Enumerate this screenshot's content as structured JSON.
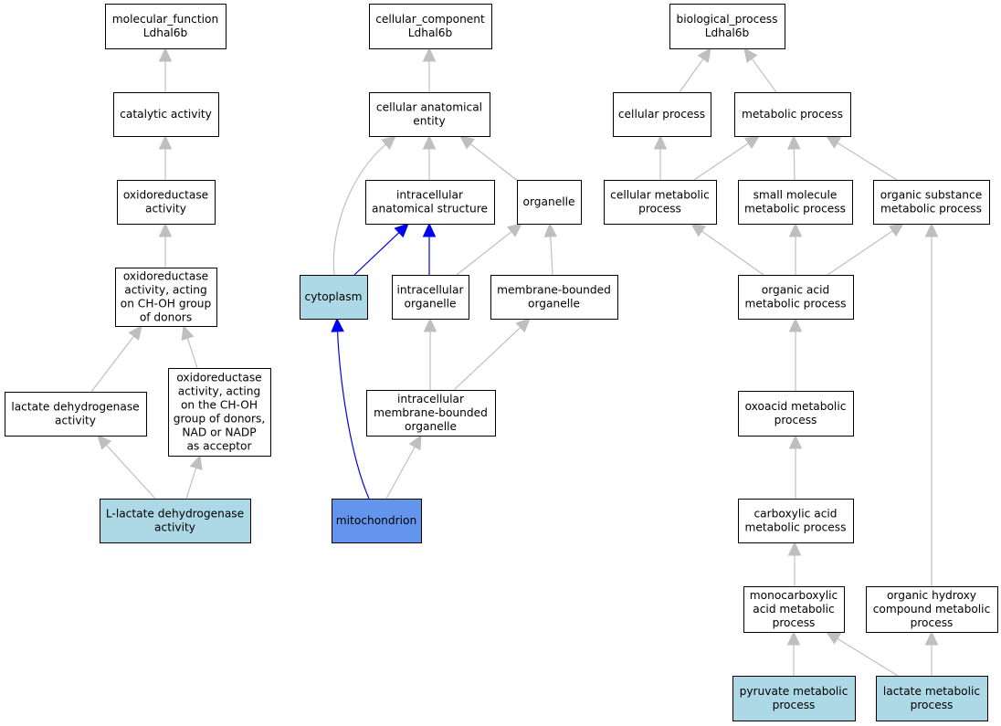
{
  "colors": {
    "background": "#ffffff",
    "default_fill": "#ffffff",
    "annotated_fill": "#add8e6",
    "focus_fill": "#6495ed",
    "edge_default": "#bfbfbf",
    "edge_highlight": "#0000ee"
  },
  "nodes": {
    "molecular_function": {
      "lines": [
        "molecular_function",
        "Ldhal6b"
      ],
      "fill": "default"
    },
    "catalytic_activity": {
      "lines": [
        "catalytic activity"
      ],
      "fill": "default"
    },
    "oxidoreductase_activity": {
      "lines": [
        "oxidoreductase",
        "activity"
      ],
      "fill": "default"
    },
    "oxidoreductase_choh": {
      "lines": [
        "oxidoreductase",
        "activity, acting",
        "on CH-OH group",
        "of donors"
      ],
      "fill": "default"
    },
    "lactate_dehydrogenase": {
      "lines": [
        "lactate dehydrogenase",
        "activity"
      ],
      "fill": "default"
    },
    "oxidoreductase_nad": {
      "lines": [
        "oxidoreductase",
        "activity, acting",
        "on the CH-OH",
        "group of donors,",
        "NAD or NADP",
        "as acceptor"
      ],
      "fill": "default"
    },
    "l_lactate_dehydrogenase": {
      "lines": [
        "L-lactate dehydrogenase",
        "activity"
      ],
      "fill": "annotated"
    },
    "cellular_component": {
      "lines": [
        "cellular_component",
        "Ldhal6b"
      ],
      "fill": "default"
    },
    "cellular_anatomical_entity": {
      "lines": [
        "cellular anatomical",
        "entity"
      ],
      "fill": "default"
    },
    "intracellular_anatomical_structure": {
      "lines": [
        "intracellular",
        "anatomical structure"
      ],
      "fill": "default"
    },
    "organelle": {
      "lines": [
        "organelle"
      ],
      "fill": "default"
    },
    "cytoplasm": {
      "lines": [
        "cytoplasm"
      ],
      "fill": "annotated"
    },
    "intracellular_organelle": {
      "lines": [
        "intracellular",
        "organelle"
      ],
      "fill": "default"
    },
    "membrane_bounded_organelle": {
      "lines": [
        "membrane-bounded",
        "organelle"
      ],
      "fill": "default"
    },
    "intracellular_membrane_bounded_organelle": {
      "lines": [
        "intracellular",
        "membrane-bounded",
        "organelle"
      ],
      "fill": "default"
    },
    "mitochondrion": {
      "lines": [
        "mitochondrion"
      ],
      "fill": "focus"
    },
    "biological_process": {
      "lines": [
        "biological_process",
        "Ldhal6b"
      ],
      "fill": "default"
    },
    "cellular_process": {
      "lines": [
        "cellular process"
      ],
      "fill": "default"
    },
    "metabolic_process": {
      "lines": [
        "metabolic process"
      ],
      "fill": "default"
    },
    "cellular_metabolic_process": {
      "lines": [
        "cellular metabolic",
        "process"
      ],
      "fill": "default"
    },
    "small_molecule_metabolic_process": {
      "lines": [
        "small molecule",
        "metabolic process"
      ],
      "fill": "default"
    },
    "organic_substance_metabolic_process": {
      "lines": [
        "organic substance",
        "metabolic process"
      ],
      "fill": "default"
    },
    "organic_acid_metabolic_process": {
      "lines": [
        "organic acid",
        "metabolic process"
      ],
      "fill": "default"
    },
    "oxoacid_metabolic_process": {
      "lines": [
        "oxoacid metabolic",
        "process"
      ],
      "fill": "default"
    },
    "carboxylic_acid_metabolic_process": {
      "lines": [
        "carboxylic acid",
        "metabolic process"
      ],
      "fill": "default"
    },
    "monocarboxylic_acid_metabolic_process": {
      "lines": [
        "monocarboxylic",
        "acid metabolic",
        "process"
      ],
      "fill": "default"
    },
    "organic_hydroxy_compound_metabolic_process": {
      "lines": [
        "organic hydroxy",
        "compound metabolic",
        "process"
      ],
      "fill": "default"
    },
    "pyruvate_metabolic_process": {
      "lines": [
        "pyruvate metabolic",
        "process"
      ],
      "fill": "annotated"
    },
    "lactate_metabolic_process": {
      "lines": [
        "lactate metabolic",
        "process"
      ],
      "fill": "annotated"
    }
  },
  "edges": [
    {
      "from": "catalytic_activity",
      "to": "molecular_function",
      "highlight": false
    },
    {
      "from": "oxidoreductase_activity",
      "to": "catalytic_activity",
      "highlight": false
    },
    {
      "from": "oxidoreductase_choh",
      "to": "oxidoreductase_activity",
      "highlight": false
    },
    {
      "from": "lactate_dehydrogenase",
      "to": "oxidoreductase_choh",
      "highlight": false
    },
    {
      "from": "oxidoreductase_nad",
      "to": "oxidoreductase_choh",
      "highlight": false
    },
    {
      "from": "l_lactate_dehydrogenase",
      "to": "lactate_dehydrogenase",
      "highlight": false
    },
    {
      "from": "l_lactate_dehydrogenase",
      "to": "oxidoreductase_nad",
      "highlight": false
    },
    {
      "from": "cellular_anatomical_entity",
      "to": "cellular_component",
      "highlight": false
    },
    {
      "from": "intracellular_anatomical_structure",
      "to": "cellular_anatomical_entity",
      "highlight": false
    },
    {
      "from": "organelle",
      "to": "cellular_anatomical_entity",
      "highlight": false
    },
    {
      "from": "cytoplasm",
      "to": "cellular_anatomical_entity",
      "highlight": false
    },
    {
      "from": "cytoplasm",
      "to": "intracellular_anatomical_structure",
      "highlight": true
    },
    {
      "from": "intracellular_organelle",
      "to": "intracellular_anatomical_structure",
      "highlight": true
    },
    {
      "from": "intracellular_organelle",
      "to": "organelle",
      "highlight": false
    },
    {
      "from": "membrane_bounded_organelle",
      "to": "organelle",
      "highlight": false
    },
    {
      "from": "intracellular_membrane_bounded_organelle",
      "to": "intracellular_organelle",
      "highlight": false
    },
    {
      "from": "intracellular_membrane_bounded_organelle",
      "to": "membrane_bounded_organelle",
      "highlight": false
    },
    {
      "from": "mitochondrion",
      "to": "cytoplasm",
      "highlight": true
    },
    {
      "from": "mitochondrion",
      "to": "intracellular_membrane_bounded_organelle",
      "highlight": false
    },
    {
      "from": "cellular_process",
      "to": "biological_process",
      "highlight": false
    },
    {
      "from": "metabolic_process",
      "to": "biological_process",
      "highlight": false
    },
    {
      "from": "cellular_metabolic_process",
      "to": "cellular_process",
      "highlight": false
    },
    {
      "from": "cellular_metabolic_process",
      "to": "metabolic_process",
      "highlight": false
    },
    {
      "from": "small_molecule_metabolic_process",
      "to": "metabolic_process",
      "highlight": false
    },
    {
      "from": "organic_substance_metabolic_process",
      "to": "metabolic_process",
      "highlight": false
    },
    {
      "from": "organic_acid_metabolic_process",
      "to": "cellular_metabolic_process",
      "highlight": false
    },
    {
      "from": "organic_acid_metabolic_process",
      "to": "small_molecule_metabolic_process",
      "highlight": false
    },
    {
      "from": "organic_acid_metabolic_process",
      "to": "organic_substance_metabolic_process",
      "highlight": false
    },
    {
      "from": "organic_hydroxy_compound_metabolic_process",
      "to": "organic_substance_metabolic_process",
      "highlight": false
    },
    {
      "from": "oxoacid_metabolic_process",
      "to": "organic_acid_metabolic_process",
      "highlight": false
    },
    {
      "from": "carboxylic_acid_metabolic_process",
      "to": "oxoacid_metabolic_process",
      "highlight": false
    },
    {
      "from": "monocarboxylic_acid_metabolic_process",
      "to": "carboxylic_acid_metabolic_process",
      "highlight": false
    },
    {
      "from": "pyruvate_metabolic_process",
      "to": "monocarboxylic_acid_metabolic_process",
      "highlight": false
    },
    {
      "from": "lactate_metabolic_process",
      "to": "monocarboxylic_acid_metabolic_process",
      "highlight": false
    },
    {
      "from": "lactate_metabolic_process",
      "to": "organic_hydroxy_compound_metabolic_process",
      "highlight": false
    }
  ]
}
